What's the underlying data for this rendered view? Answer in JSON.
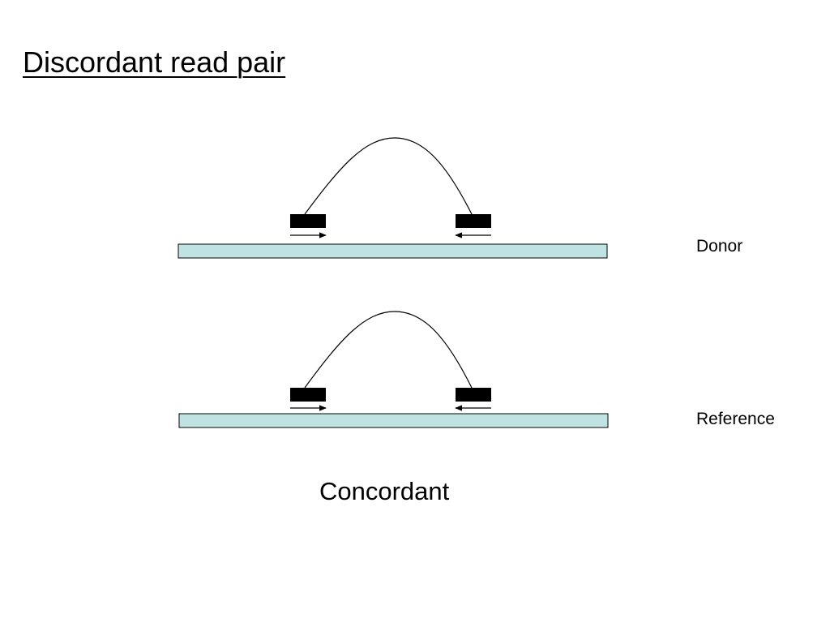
{
  "slide": {
    "title": "Discordant read pair",
    "caption": "Concordant"
  },
  "tracks": [
    {
      "label": "Donor"
    },
    {
      "label": "Reference"
    }
  ],
  "colors": {
    "strand_fill": "#bfe3e3",
    "read_fill": "#000000",
    "line": "#000000",
    "background": "#ffffff"
  }
}
